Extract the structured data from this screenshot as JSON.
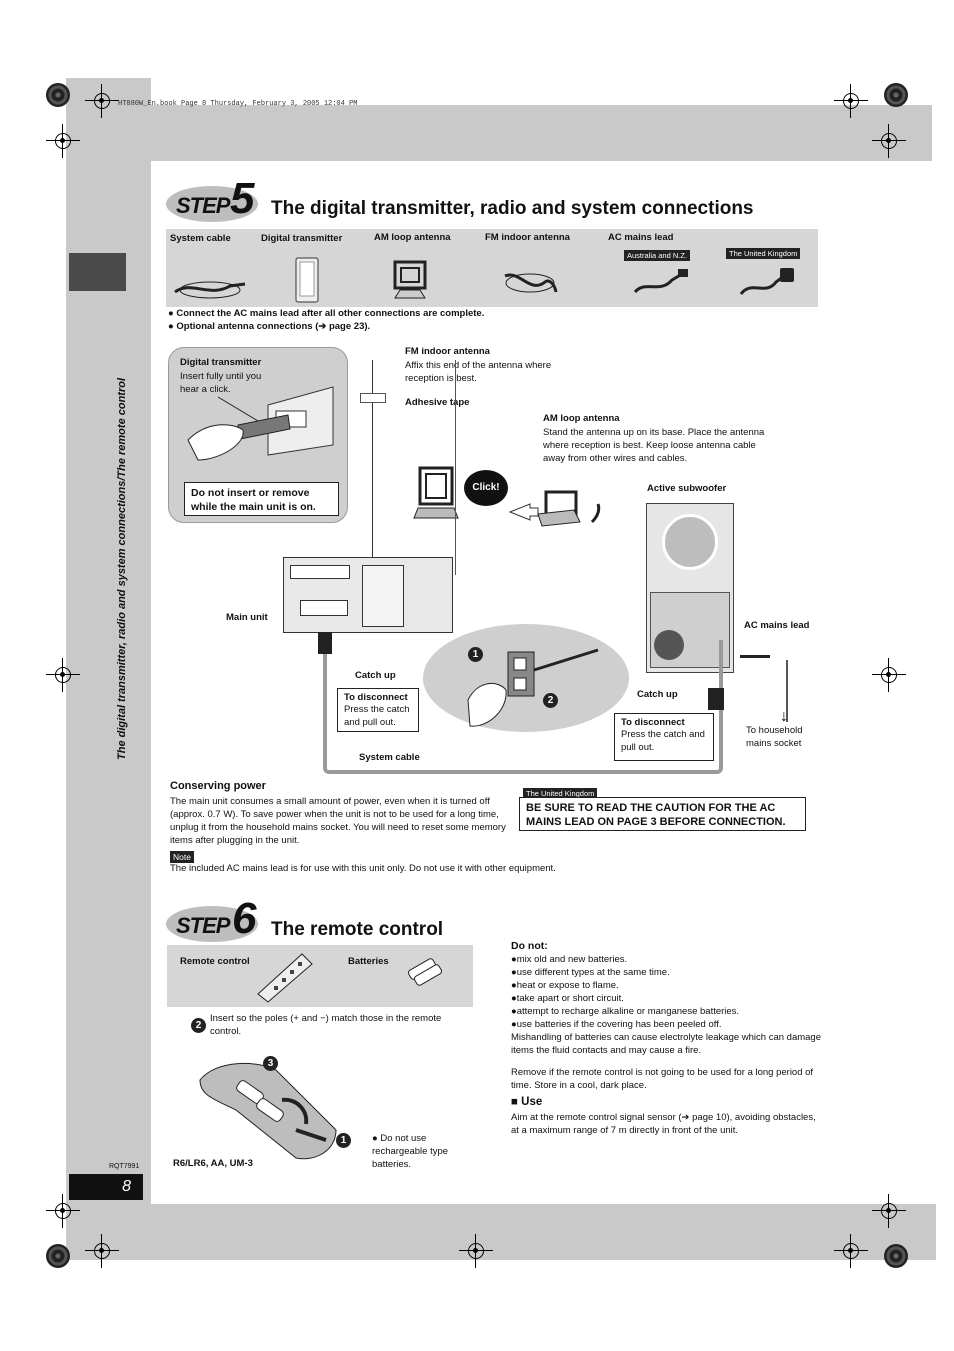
{
  "header_line": "HT880W_En.book  Page 8  Thursday, February 3, 2005  12:04 PM",
  "side_title": "The digital transmitter, radio and system connections/The remote control",
  "step5": {
    "step_word": "STEP",
    "step_num": "5",
    "title": "The digital transmitter, radio and system connections",
    "accessories": [
      {
        "label": "System cable"
      },
      {
        "label": "Digital transmitter"
      },
      {
        "label": "AM loop antenna"
      },
      {
        "label": "FM indoor antenna"
      },
      {
        "label": "AC mains lead"
      }
    ],
    "region_tags": [
      "Australia and N.Z.",
      "The United Kingdom"
    ],
    "bullets": [
      "Connect the AC mains lead after all other connections are complete.",
      "Optional antenna connections (➔ page 23)."
    ],
    "digital_tx_callout": {
      "title": "Digital transmitter",
      "text": "Insert fully until you hear a click.",
      "warning": "Do not insert or remove while the main unit is on."
    },
    "fm_antenna": {
      "title": "FM indoor antenna",
      "text": "Affix this end of the antenna where reception is best.",
      "tape": "Adhesive tape"
    },
    "am_antenna": {
      "title": "AM loop antenna",
      "text": "Stand the antenna up on its base. Place the antenna where reception is best. Keep loose antenna cable away from other wires and cables.",
      "click": "Click!"
    },
    "active_subwoofer": "Active subwoofer",
    "main_unit": "Main unit",
    "ac_mains_lead": "AC mains lead",
    "catch_up_left": "Catch up",
    "catch_up_right": "Catch up",
    "disconnect_left": {
      "title": "To disconnect",
      "text": "Press the catch and pull out."
    },
    "disconnect_right": {
      "title": "To disconnect",
      "text": "Press the catch and pull out."
    },
    "household": "To household mains socket",
    "system_cable": "System cable",
    "conserving": {
      "title": "Conserving power",
      "text": "The main unit consumes a small amount of power, even when it is turned off (approx. 0.7 W). To save power when the unit is not to be used for a long time, unplug it from the household mains socket. You will need to reset some memory items after plugging in the unit."
    },
    "uk_caution": {
      "tag": "The United Kingdom",
      "text": "BE SURE TO READ THE CAUTION FOR THE AC MAINS LEAD ON PAGE 3 BEFORE CONNECTION."
    },
    "note": {
      "tag": "Note",
      "text": "The included AC mains lead is for use with this unit only. Do not use it with other equipment."
    }
  },
  "step6": {
    "step_word": "STEP",
    "step_num": "6",
    "title": "The remote control",
    "accessories": [
      {
        "label": "Remote control"
      },
      {
        "label": "Batteries"
      }
    ],
    "insert_text": "Insert so the poles (+ and −) match those in the remote control.",
    "battery_type": "R6/LR6, AA, UM-3",
    "no_rechargeable": "Do not use rechargeable type batteries.",
    "do_not": {
      "title": "Do not:",
      "items": [
        "mix old and new batteries.",
        "use different types at the same time.",
        "heat or expose to flame.",
        "take apart or short circuit.",
        "attempt to recharge alkaline or manganese batteries.",
        "use batteries if the covering has been peeled off."
      ],
      "mishandling": "Mishandling of batteries can cause electrolyte leakage which can damage items the fluid contacts and may cause a fire.",
      "remove": "Remove if the remote control is not going to be used for a long period of time. Store in a cool, dark place."
    },
    "use": {
      "title": "Use",
      "text": "Aim at the remote control signal sensor (➔ page 10), avoiding obstacles, at a maximum range of 7 m directly in front of the unit."
    }
  },
  "footer": {
    "code": "RQT7991",
    "page": "8"
  }
}
